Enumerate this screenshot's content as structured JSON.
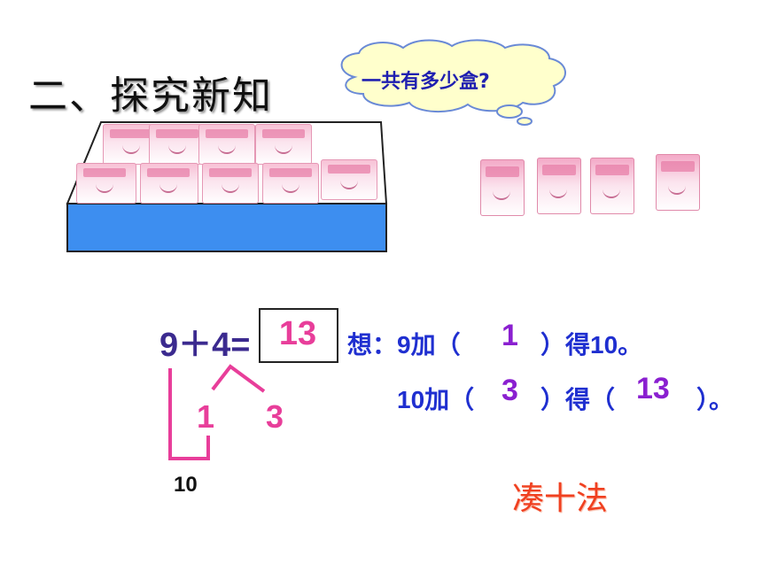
{
  "slide": {
    "title": "二、探究新知",
    "question": "一共有多少盒?",
    "equation": {
      "left": "9＋4=",
      "answer": "13"
    },
    "split": {
      "a": "1",
      "b": "3",
      "ten": "10"
    },
    "think": {
      "line1_prefix": "想：9加（",
      "line1_blank": "1",
      "line1_suffix": "）得10。",
      "line2_prefix": "10加（",
      "line2_blank1": "3",
      "line2_middle": "）得（",
      "line2_blank2": "13",
      "line2_suffix": "）。"
    },
    "method": "凑十法"
  },
  "colors": {
    "crate": "#3d8ef0",
    "equation": "#3b2a8f",
    "split": "#e83e9a",
    "think": "#1f2fd0",
    "blank": "#8a1fd0",
    "method": "#f04020",
    "bubble": "#ffffcc"
  },
  "counts": {
    "milk_in_crate": 9,
    "loose_milk": 4
  }
}
